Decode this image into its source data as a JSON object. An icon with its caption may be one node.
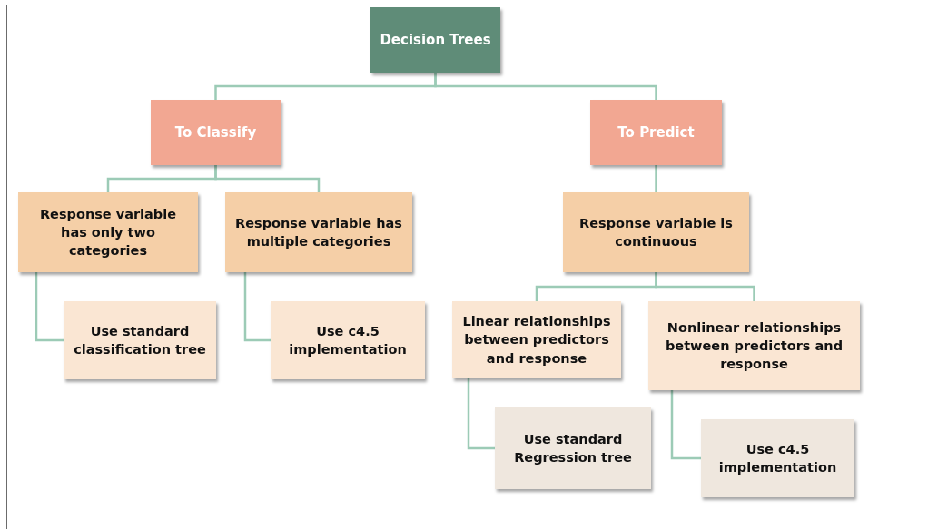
{
  "diagram": {
    "nodes": [
      {
        "text": [
          "Decision Trees"
        ]
      },
      {
        "text": [
          "To Classify"
        ]
      },
      {
        "text": [
          "To Predict"
        ]
      },
      {
        "text": [
          "Response variable has only two categories"
        ]
      },
      {
        "text": [
          "Response variable has multiple categories"
        ]
      },
      {
        "text": [
          "Response variable is continuous"
        ]
      },
      {
        "text": [
          "Use standard classification tree"
        ]
      },
      {
        "text": [
          "Use c4.5 implementation"
        ]
      },
      {
        "text": [
          "Linear relationships between predictors and response"
        ]
      },
      {
        "text": [
          "Nonlinear relationships between predictors and response"
        ]
      },
      {
        "text": [
          "Use standard Regression tree"
        ]
      },
      {
        "text": [
          "Use c4.5 implementation"
        ]
      }
    ],
    "edges": [
      {
        "from": 0,
        "to": 1,
        "arrow": "none"
      },
      {
        "from": 0,
        "to": 2,
        "arrow": "none"
      },
      {
        "from": 1,
        "to": 3,
        "arrow": "none"
      },
      {
        "from": 1,
        "to": 4,
        "arrow": "none"
      },
      {
        "from": 2,
        "to": 5,
        "arrow": "none"
      },
      {
        "from": 3,
        "to": 6,
        "arrow": "none"
      },
      {
        "from": 4,
        "to": 7,
        "arrow": "none"
      },
      {
        "from": 5,
        "to": 8,
        "arrow": "none"
      },
      {
        "from": 5,
        "to": 9,
        "arrow": "none"
      },
      {
        "from": 8,
        "to": 10,
        "arrow": "none"
      },
      {
        "from": 9,
        "to": 11,
        "arrow": "none"
      }
    ]
  }
}
